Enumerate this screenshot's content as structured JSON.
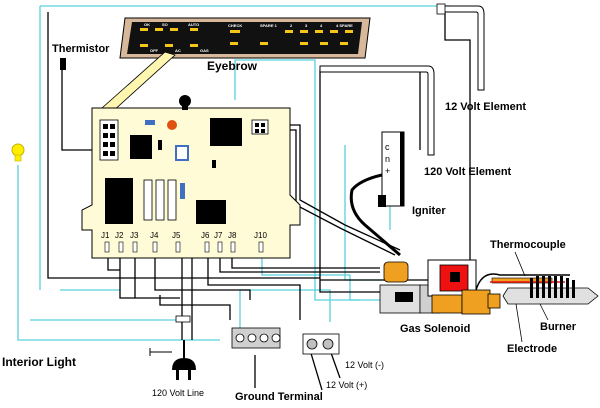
{
  "labels": {
    "thermistor": "Thermistor",
    "eyebrow": "Eyebrow",
    "element_12v": "12 Volt Element",
    "element_120v": "120 Volt Element",
    "igniter": "Igniter",
    "thermocouple": "Thermocouple",
    "gas_solenoid": "Gas Solenoid",
    "burner": "Burner",
    "electrode": "Electrode",
    "interior_light": "Interior Light",
    "line_120v": "120 Volt Line",
    "ground_terminal": "Ground Terminal",
    "volt_neg": "12 Volt (-)",
    "volt_pos": "12 Volt (+)"
  },
  "board_pins": [
    "J1",
    "J2",
    "J3",
    "J4",
    "J5",
    "J6",
    "J7",
    "J8",
    "J10"
  ],
  "eyebrow_panel": {
    "row1": [
      "OK",
      "SO",
      "AUTO",
      "CHECK",
      "SPARE 1",
      "2",
      "3",
      "4",
      "4 SPARE"
    ],
    "row2": [
      "OFF",
      "AC",
      "GAS"
    ]
  },
  "colors": {
    "wire_cyan": "#5ad0dc",
    "wire_black": "#000000",
    "board_fill": "#fffbd6",
    "solenoid_red": "#ee1111",
    "valve_orange": "#f0a020",
    "eyebrow_panel": "#111111",
    "eyebrow_rim": "#d7b89a",
    "light_yellow": "#ffee00"
  }
}
